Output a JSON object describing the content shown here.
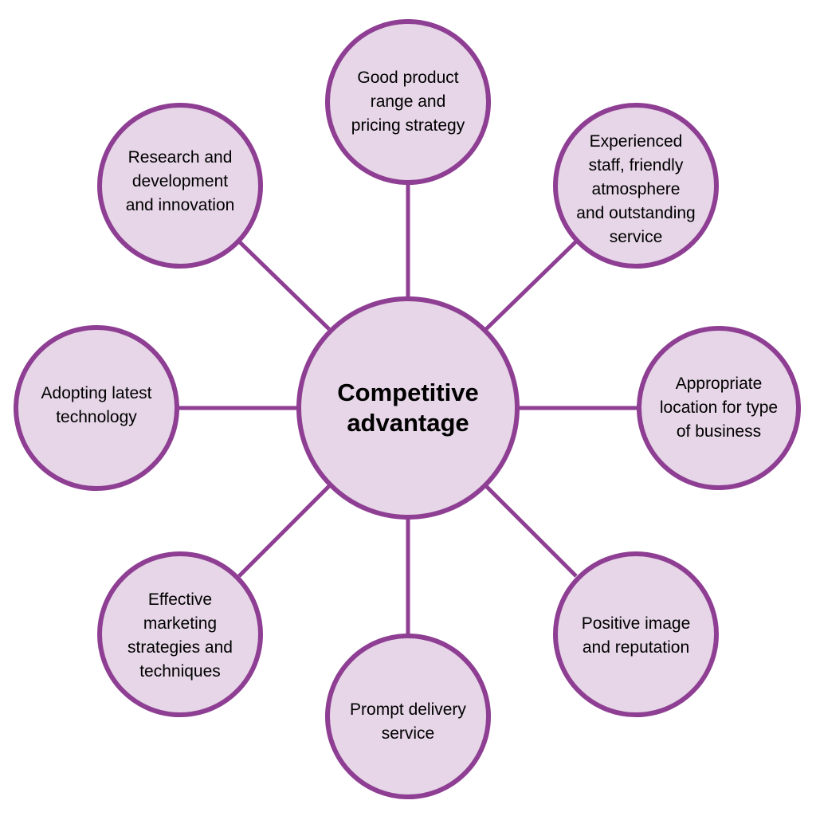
{
  "center": {
    "label": "Competitive\nadvantage"
  },
  "nodes": [
    {
      "id": "top",
      "label": "Good product\nrange and\npricing strategy"
    },
    {
      "id": "top-right",
      "label": "Experienced\nstaff, friendly\natmosphere\nand outstanding\nservice"
    },
    {
      "id": "right",
      "label": "Appropriate\nlocation for type\nof business"
    },
    {
      "id": "bottom-right",
      "label": "Positive image\nand reputation"
    },
    {
      "id": "bottom",
      "label": "Prompt delivery\nservice"
    },
    {
      "id": "bottom-left",
      "label": "Effective\nmarketing\nstrategies and\ntechniques"
    },
    {
      "id": "left",
      "label": "Adopting latest\ntechnology"
    },
    {
      "id": "top-left",
      "label": "Research and\ndevelopment\nand innovation"
    }
  ],
  "colors": {
    "stroke": "#8e3e93",
    "fill": "#e6d6e7"
  }
}
